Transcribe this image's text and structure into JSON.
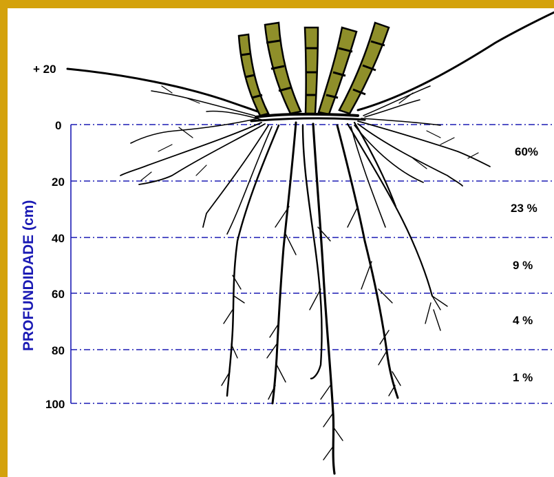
{
  "diagram": {
    "surface_label": "+ 20",
    "axis_title": "PROFUNDIDADE (cm)",
    "depth_ticks": [
      "0",
      "20",
      "40",
      "60",
      "80",
      "100"
    ],
    "layer_percentages": [
      "60%",
      "23 %",
      "9 %",
      "4 %",
      "1 %"
    ],
    "colors": {
      "frame": "#d4a20c",
      "guide_lines": "#1a1ab4",
      "axis_title": "#1a1ab4",
      "stems": "#8f8f2a",
      "roots": "#000000"
    }
  }
}
